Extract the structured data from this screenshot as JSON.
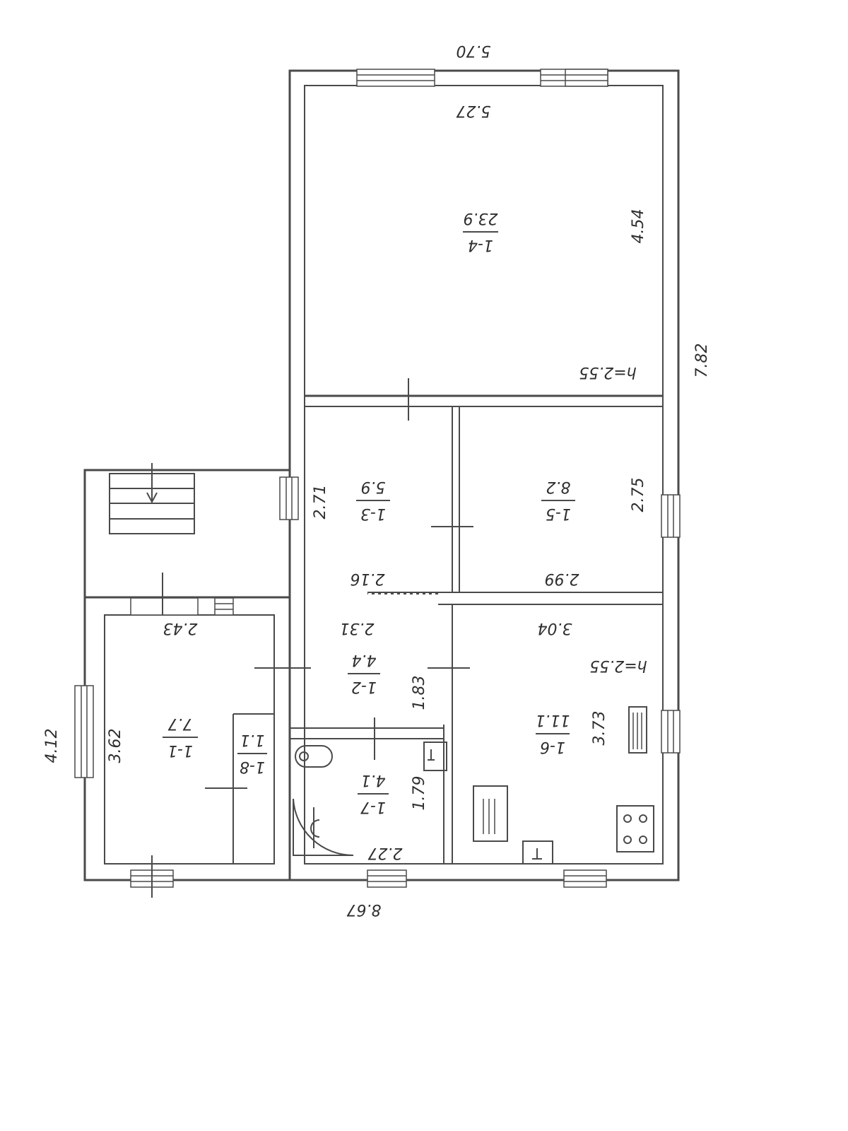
{
  "dimensions": {
    "top_outer": "5.70",
    "top_inner": "5.27",
    "right_outer": "7.82",
    "bottom_outer": "8.67",
    "left_outer": "4.12",
    "r14_height": "4.54",
    "r13_width": "2.71",
    "r13_depth": "2.16",
    "r15_width": "2.75",
    "r15_depth": "2.99",
    "r12_depth": "2.31",
    "r12_width": "1.83",
    "r16_depth": "3.04",
    "r16_width": "3.73",
    "r11_depth": "2.43",
    "r11_width": "3.62",
    "r17_width": "1.79",
    "r17_depth": "2.27"
  },
  "ceiling": {
    "r14": "h=2.55",
    "r16": "h=2.55"
  },
  "rooms": {
    "r14": {
      "id": "1-4",
      "area": "23.9"
    },
    "r13": {
      "id": "1-3",
      "area": "5.9"
    },
    "r15": {
      "id": "1-5",
      "area": "8.2"
    },
    "r12": {
      "id": "1-2",
      "area": "4.4"
    },
    "r16": {
      "id": "1-6",
      "area": "11.1"
    },
    "r11": {
      "id": "1-1",
      "area": "7.7"
    },
    "r18": {
      "id": "1-8",
      "area": "1.1"
    },
    "r17": {
      "id": "1-7",
      "area": "4.1"
    }
  },
  "icons": [
    "stair-arrow-icon",
    "toilet-icon",
    "shower-icon",
    "sink-icon",
    "stove-icon",
    "heater-icon",
    "counter-icon",
    "washbasin-icon"
  ]
}
